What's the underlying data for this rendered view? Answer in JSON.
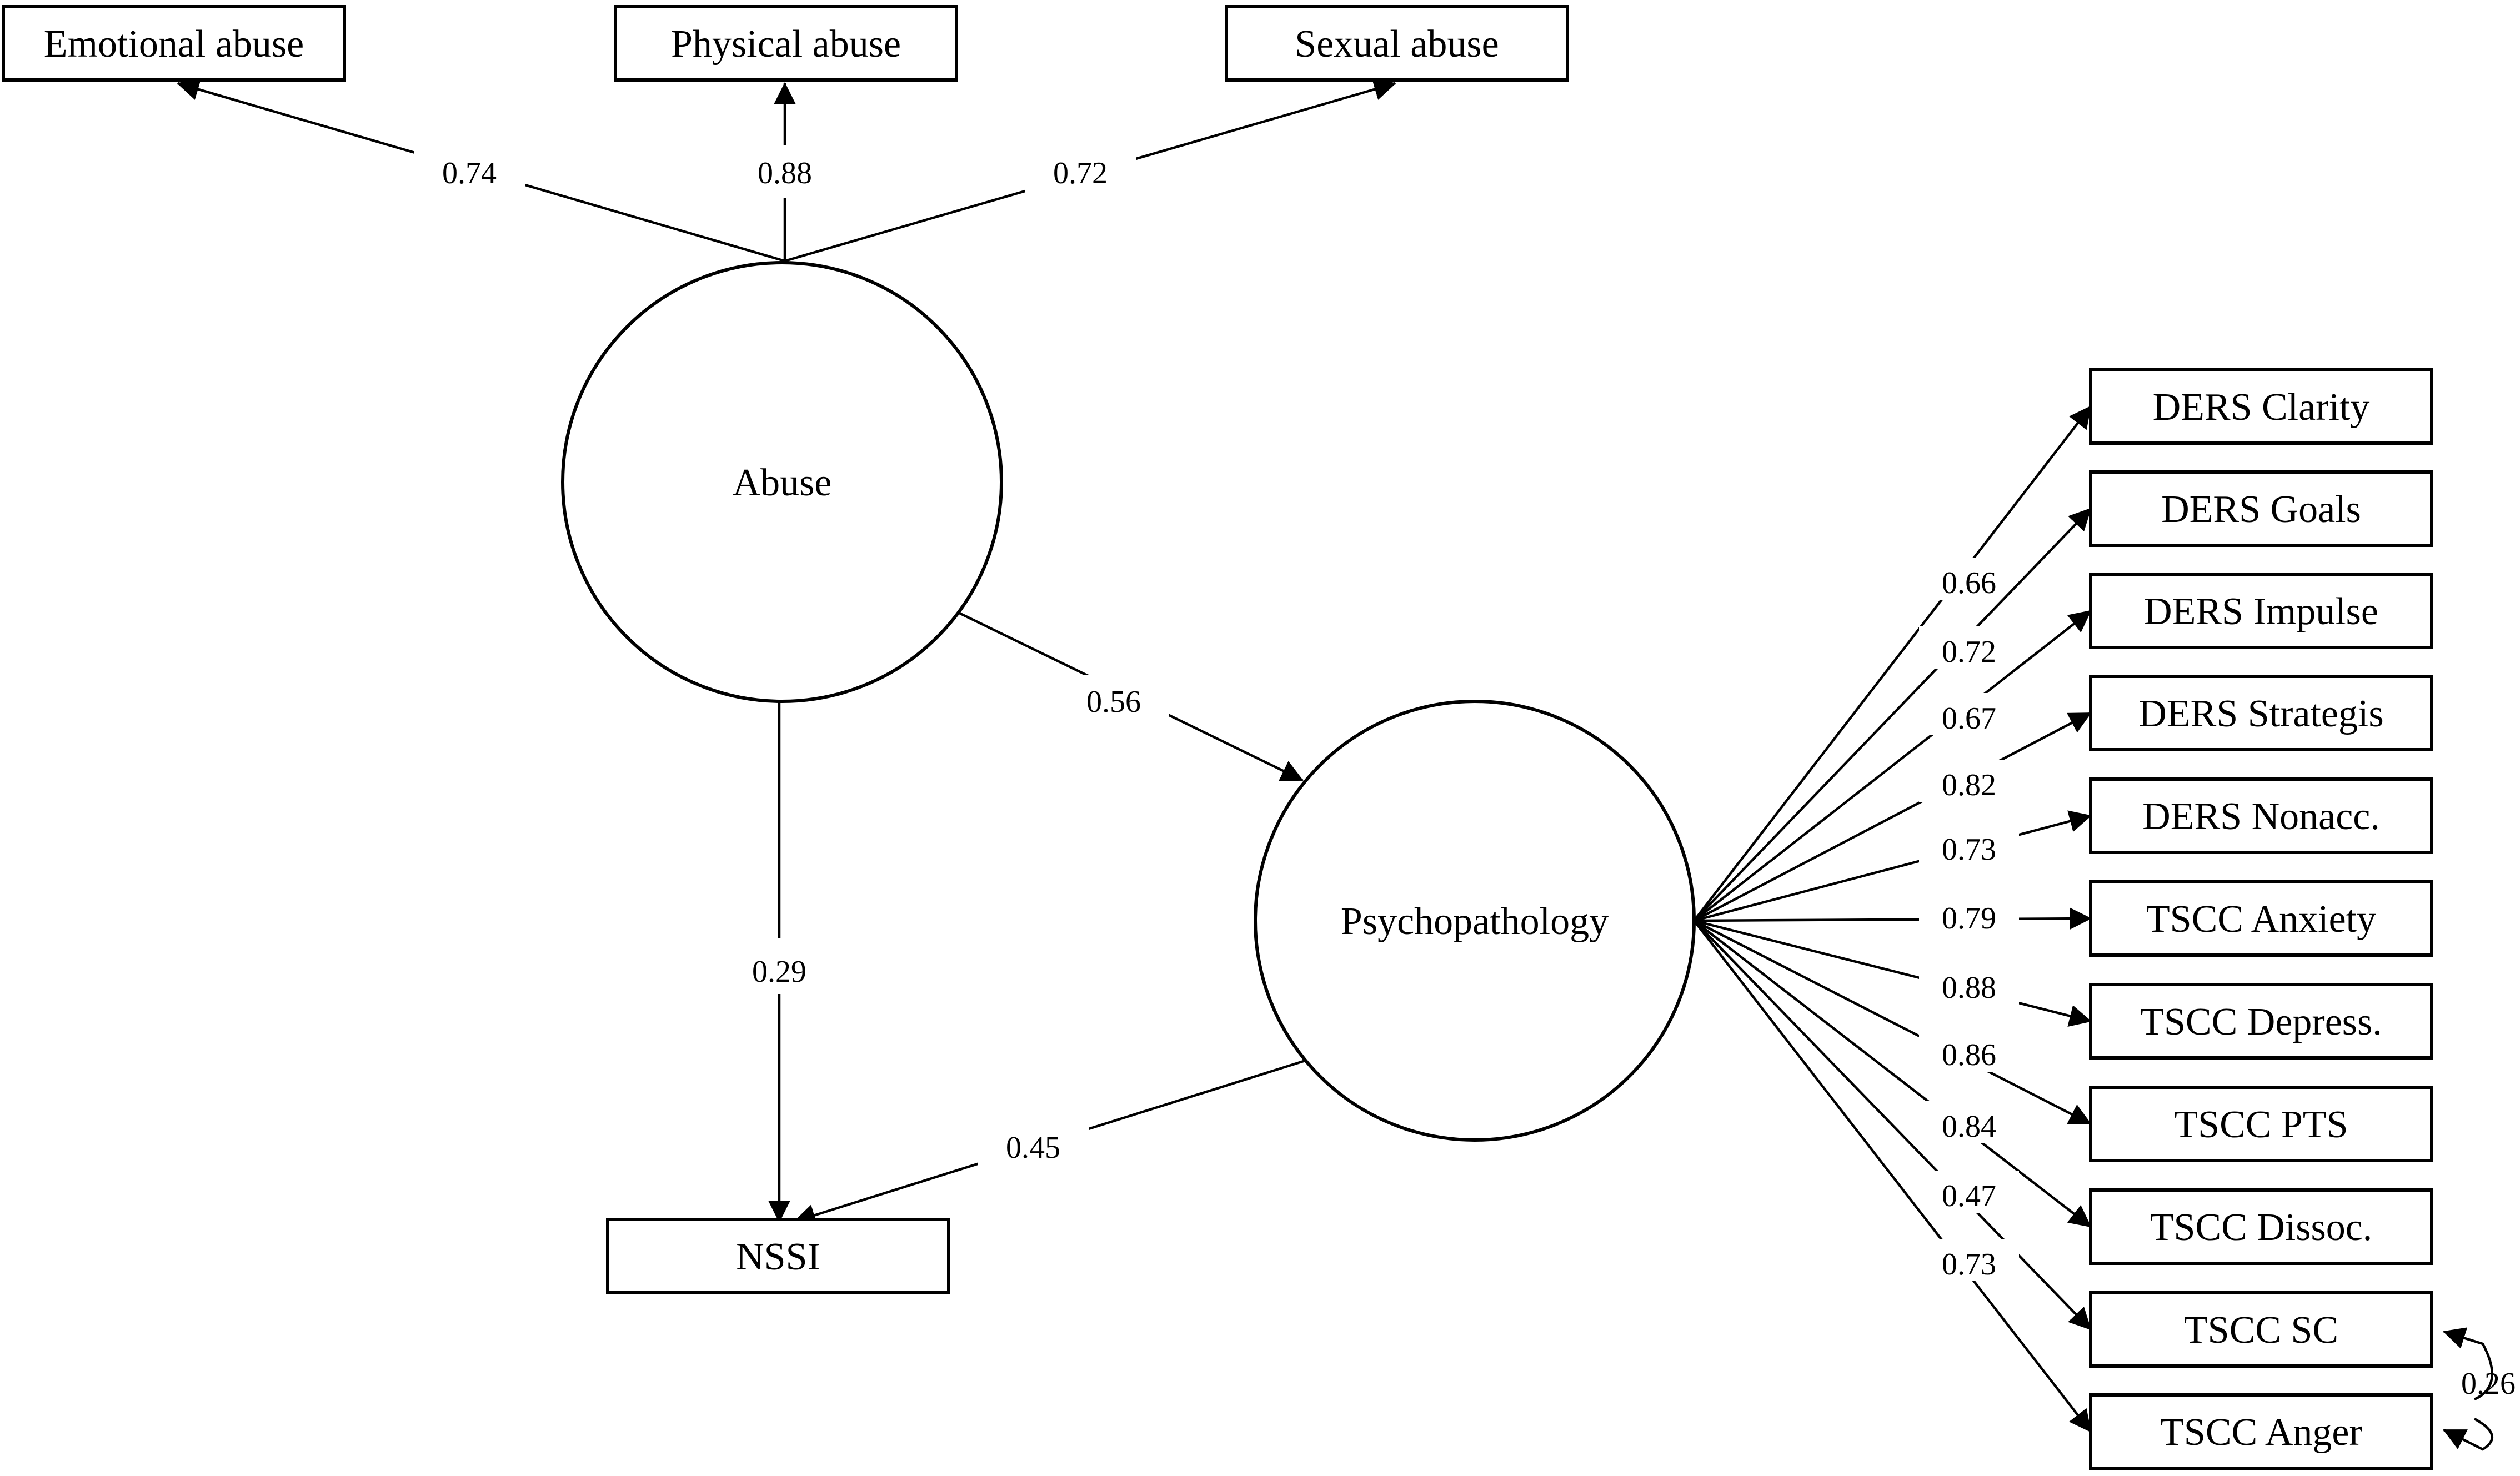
{
  "nodes": {
    "emotional_abuse": "Emotional abuse",
    "physical_abuse": "Physical abuse",
    "sexual_abuse": "Sexual abuse",
    "abuse": "Abuse",
    "psychopathology": "Psychopathology",
    "nssi": "NSSI",
    "ders_clarity": "DERS Clarity",
    "ders_goals": "DERS Goals",
    "ders_impulse": "DERS Impulse",
    "ders_strategis": "DERS Strategis",
    "ders_nonacc": "DERS Nonacc.",
    "tscc_anxiety": "TSCC Anxiety",
    "tscc_depress": "TSCC Depress.",
    "tscc_pts": "TSCC PTS",
    "tscc_dissoc": "TSCC Dissoc.",
    "tscc_sc": "TSCC SC",
    "tscc_anger": "TSCC Anger"
  },
  "loadings": {
    "emotional_abuse": "0.74",
    "physical_abuse": "0.88",
    "sexual_abuse": "0.72",
    "ders_clarity": "0.66",
    "ders_goals": "0.72",
    "ders_impulse": "0.67",
    "ders_strategis": "0.82",
    "ders_nonacc": "0.73",
    "tscc_anxiety": "0.79",
    "tscc_depress": "0.88",
    "tscc_pts": "0.86",
    "tscc_dissoc": "0.84",
    "tscc_sc": "0.47",
    "tscc_anger": "0.73"
  },
  "paths": {
    "abuse_to_psychopathology": "0.56",
    "abuse_to_nssi": "0.29",
    "psychopathology_to_nssi": "0.45"
  },
  "covariances": {
    "tscc_sc_with_tscc_anger": "0.26"
  }
}
